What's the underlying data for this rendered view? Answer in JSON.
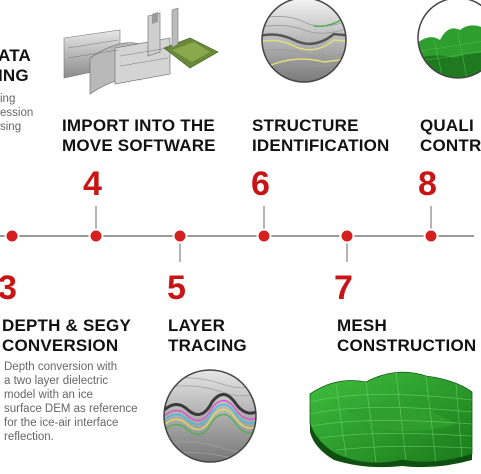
{
  "colors": {
    "accent_red": "#c81414",
    "timeline_gray": "#9a9a9a",
    "title_text": "#111111",
    "desc_text": "#666666"
  },
  "steps": [
    {
      "number": "",
      "title_lines": [
        "ATA",
        "ING"
      ],
      "desc_lines": [
        "ing",
        "ession",
        "sing"
      ]
    },
    {
      "number": "3",
      "title_lines": [
        "DEPTH & SEGY",
        "CONVERSION"
      ],
      "desc_lines": [
        "Depth conversion with",
        "a two layer dielectric",
        "model with an ice",
        "surface DEM as reference",
        "for the ice-air interface",
        "reflection."
      ]
    },
    {
      "number": "4",
      "title_lines": [
        "IMPORT INTO THE",
        "MOVE SOFTWARE"
      ]
    },
    {
      "number": "5",
      "title_lines": [
        "LAYER",
        "TRACING"
      ]
    },
    {
      "number": "6",
      "title_lines": [
        "STRUCTURE",
        "IDENTIFICATION"
      ]
    },
    {
      "number": "7",
      "title_lines": [
        "MESH",
        "CONSTRUCTION"
      ]
    },
    {
      "number": "8",
      "title_lines": [
        "QUALI",
        "CONTR"
      ]
    }
  ]
}
